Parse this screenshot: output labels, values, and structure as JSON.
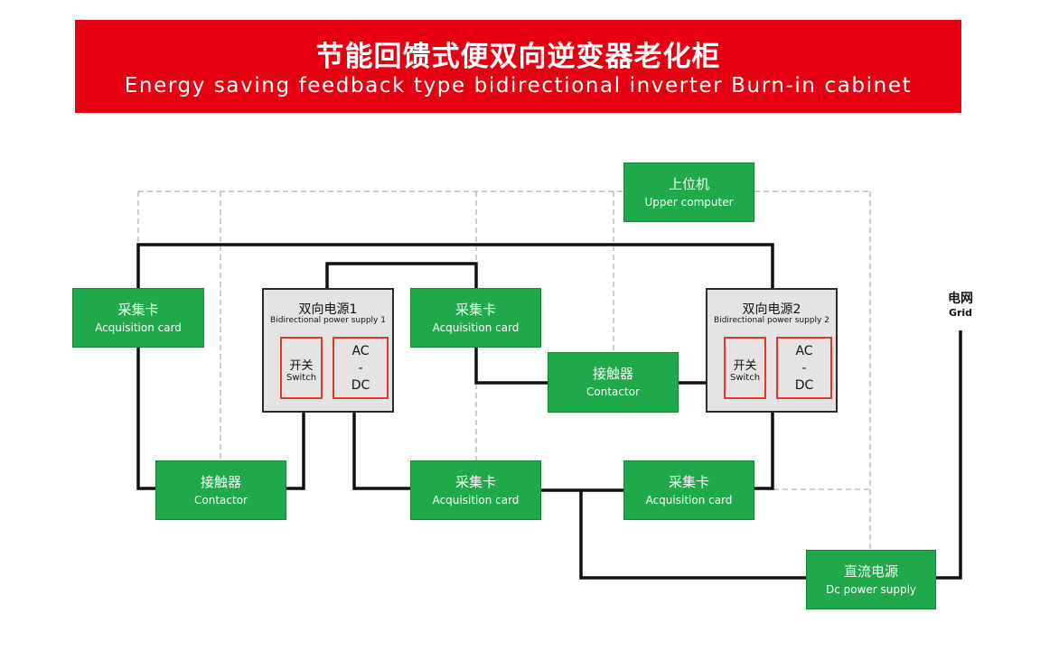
{
  "title": {
    "zh": "节能回馈式便双向逆变器老化柜",
    "en": "Energy saving feedback type bidirectional inverter Burn-in cabinet"
  },
  "upper_computer": {
    "zh": "上位机",
    "en": "Upper computer"
  },
  "acq_left": {
    "zh": "采集卡",
    "en": "Acquisition card"
  },
  "acq_mid_top": {
    "zh": "采集卡",
    "en": "Acquisition card"
  },
  "acq_mid_bottom": {
    "zh": "采集卡",
    "en": "Acquisition card"
  },
  "acq_right_bottom": {
    "zh": "采集卡",
    "en": "Acquisition card"
  },
  "contactor_left": {
    "zh": "接触器",
    "en": "Contactor"
  },
  "contactor_mid": {
    "zh": "接触器",
    "en": "Contactor"
  },
  "psu1": {
    "zh": "双向电源1",
    "en": "Bidirectional power supply 1",
    "switch_zh": "开关",
    "switch_en": "Switch",
    "ac": "AC",
    "dash": "-",
    "dc": "DC"
  },
  "psu2": {
    "zh": "双向电源2",
    "en": "Bidirectional power supply 2",
    "switch_zh": "开关",
    "switch_en": "Switch",
    "ac": "AC",
    "dash": "-",
    "dc": "DC"
  },
  "dc_supply": {
    "zh": "直流电源",
    "en": "Dc power supply"
  },
  "grid": {
    "zh": "电网",
    "en": "Grid"
  },
  "colors": {
    "banner_red": "#e60012",
    "box_green": "#1fa94a",
    "psu_gray": "#e5e3e3",
    "inner_red": "#e03a2a",
    "wire": "#111111",
    "dashed": "#b3b3b3"
  }
}
